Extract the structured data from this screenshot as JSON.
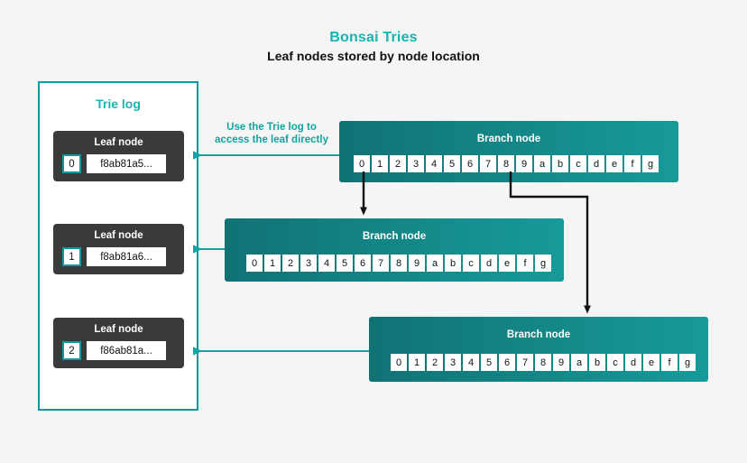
{
  "header": {
    "title": "Bonsai Tries",
    "subtitle": "Leaf nodes stored by node location"
  },
  "colors": {
    "accent_teal": "#15b5b0",
    "panel_border": "#0b9a9e",
    "branch_dark": "#117274",
    "branch_light": "#179a9a",
    "leaf_bg": "#3a3a3a",
    "connector_black": "#111111",
    "connector_teal": "#12a3a3",
    "page_bg": "#f5f5f5"
  },
  "trie_log": {
    "title": "Trie log",
    "leaves": [
      {
        "index": "0",
        "hash": "f8ab81a5..."
      },
      {
        "index": "1",
        "hash": "f8ab81a6..."
      },
      {
        "index": "2",
        "hash": "f86ab81a..."
      }
    ],
    "leaf_label": "Leaf node"
  },
  "annotation": {
    "line1": "Use the Trie log to",
    "line2": "access the leaf directly"
  },
  "branch_nodes": [
    {
      "label": "Branch node",
      "cells": [
        "0",
        "1",
        "2",
        "3",
        "4",
        "5",
        "6",
        "7",
        "8",
        "9",
        "a",
        "b",
        "c",
        "d",
        "e",
        "f",
        "g"
      ]
    },
    {
      "label": "Branch node",
      "cells": [
        "0",
        "1",
        "2",
        "3",
        "4",
        "5",
        "6",
        "7",
        "8",
        "9",
        "a",
        "b",
        "c",
        "d",
        "e",
        "f",
        "g"
      ]
    },
    {
      "label": "Branch node",
      "cells": [
        "0",
        "1",
        "2",
        "3",
        "4",
        "5",
        "6",
        "7",
        "8",
        "9",
        "a",
        "b",
        "c",
        "d",
        "e",
        "f",
        "g"
      ]
    }
  ]
}
